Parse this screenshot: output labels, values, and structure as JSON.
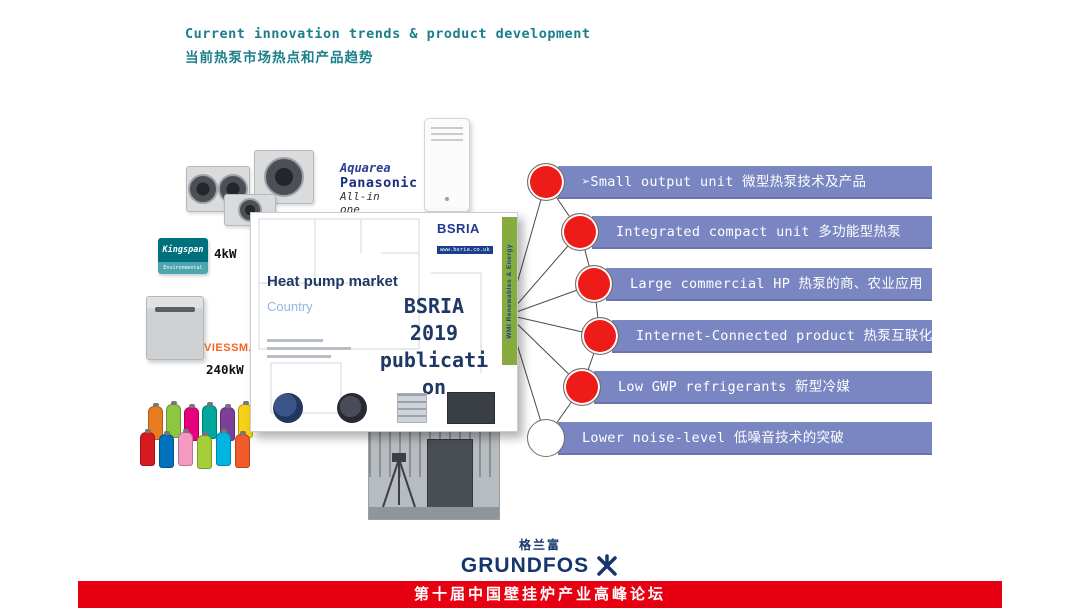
{
  "header": {
    "title_en": "Current innovation trends & product development",
    "title_zh": "当前热泵市场热点和产品趋势"
  },
  "products": {
    "aquarea": {
      "line1": "Aquarea",
      "line2": "Panasonic",
      "line3": "All-in",
      "line4": "one"
    },
    "kingspan": {
      "brand": "Kingspan",
      "sub": "Environmental",
      "capacity": "4kW"
    },
    "viessmann": {
      "brand": "VIESSMANN",
      "capacity": "240kW"
    }
  },
  "report": {
    "brand": "BSRIA",
    "brand_url": "www.bsria.co.uk",
    "title": "Heat pump market",
    "subtitle": "Country",
    "side_label": "WMI Renewables & Energy",
    "overlay_text": "BSRIA 2019 publication",
    "overlay_lines": [
      "BSRIA",
      "2019",
      "publicati",
      "on"
    ]
  },
  "trends": [
    {
      "label": "➢Small output unit 微型热泵技术及产品",
      "bullet": "red"
    },
    {
      "label": "Integrated compact unit 多功能型热泵",
      "bullet": "red"
    },
    {
      "label": "Large commercial HP 热泵的商、农业应用",
      "bullet": "red"
    },
    {
      "label": "Internet-Connected product 热泵互联化",
      "bullet": "red"
    },
    {
      "label": "Low GWP refrigerants 新型冷媒",
      "bullet": "red"
    },
    {
      "label": "Lower noise-level 低噪音技术的突破",
      "bullet": "white"
    }
  ],
  "footer": {
    "logo_zh": "格兰富",
    "logo_en": "GRUNDFOS",
    "banner": "第十届中国壁挂炉产业高峰论坛"
  },
  "colors": {
    "title_teal": "#1a7f8b",
    "bar_fill": "#7a86c2",
    "bullet_red": "#ee1c19",
    "banner_red": "#e60012",
    "grundfos_navy": "#16356b",
    "bsria_navy": "#1f3864",
    "strip_green": "#87ab3c",
    "country_blue": "#8fb8e0",
    "viessmann_orange": "#f26522"
  }
}
